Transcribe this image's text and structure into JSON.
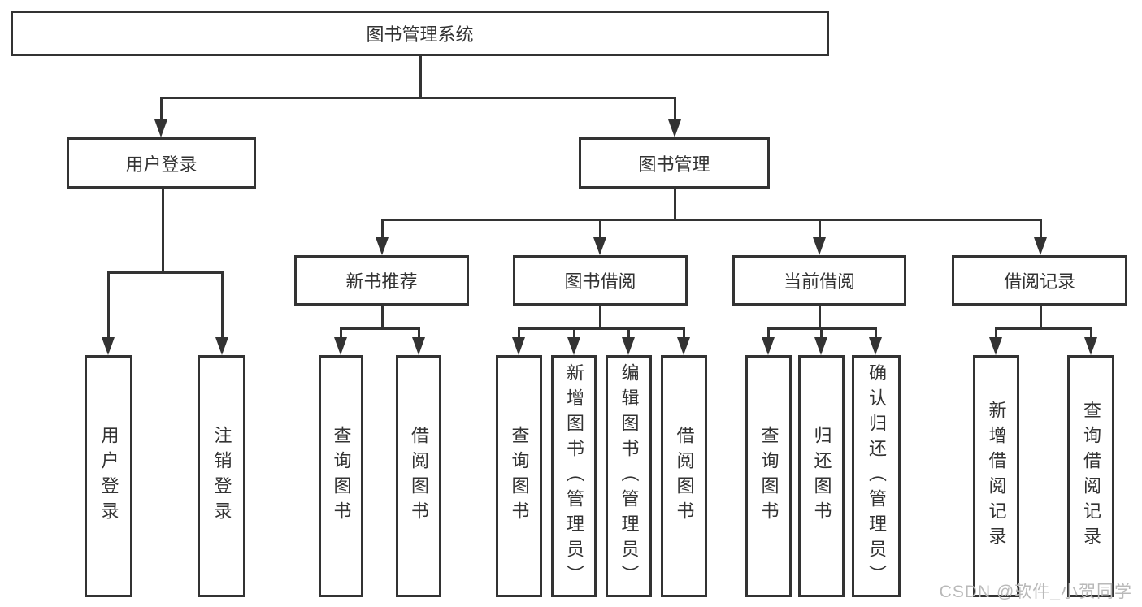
{
  "diagram": {
    "title_node": "图书管理系统",
    "branches": [
      "用户登录",
      "图书管理"
    ],
    "groups": [
      "新书推荐",
      "图书借阅",
      "当前借阅",
      "借阅记录"
    ],
    "leaves": [
      "用户登录",
      "注销登录",
      "查询图书",
      "借阅图书",
      "查询图书",
      "新增图书（管理员）",
      "编辑图书（管理员）",
      "借阅图书",
      "查询图书",
      "归还图书",
      "确认归还（管理员）",
      "新增借阅记录",
      "查询借阅记录"
    ],
    "colors": {
      "line": "#333333",
      "border": "#333333",
      "text": "#333333",
      "watermark": "#b9b9b9",
      "background": "#ffffff"
    },
    "watermark": "CSDN @软件_小贺同学"
  }
}
